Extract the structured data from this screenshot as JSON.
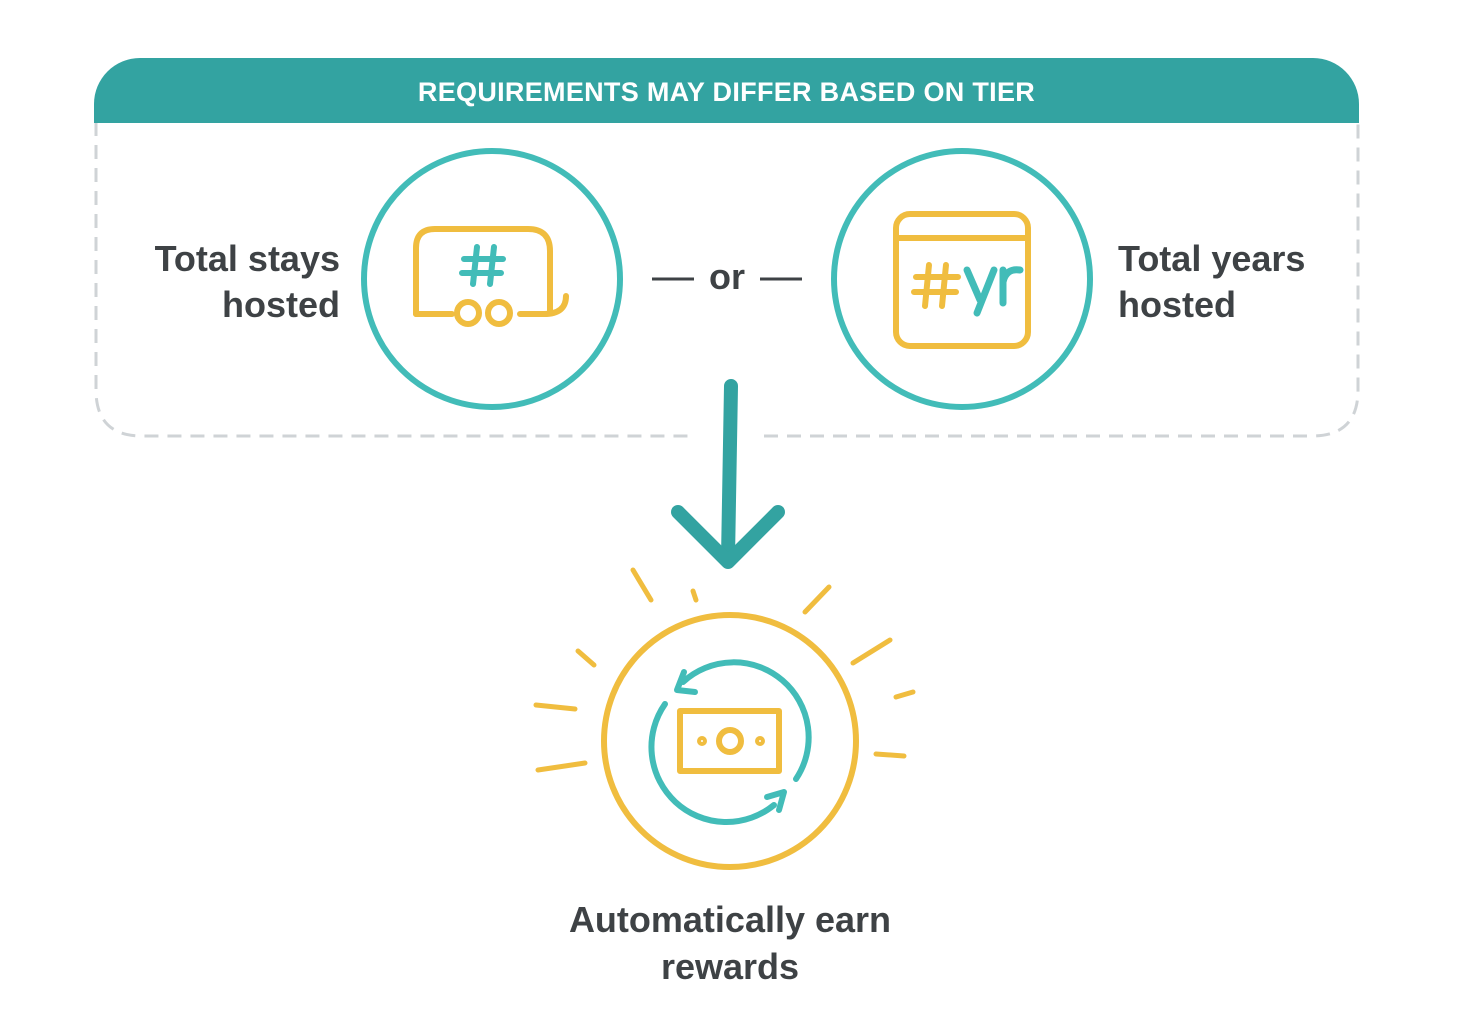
{
  "banner": {
    "text": "REQUIREMENTS MAY DIFFER BASED ON TIER"
  },
  "left_option": {
    "label": "Total stays hosted",
    "icon": "stays-hash-trailer-icon"
  },
  "connector": {
    "text": "or"
  },
  "right_option": {
    "label": "Total years hosted",
    "icon": "calendar-hash-yr-icon"
  },
  "result": {
    "label": "Automatically earn rewards",
    "icon": "money-cycle-icon"
  },
  "colors": {
    "teal": "#33a3a1",
    "light_teal": "#42bcb8",
    "yellow": "#f0bd3f",
    "text": "#3e4245",
    "dash": "#cfd3d6"
  }
}
